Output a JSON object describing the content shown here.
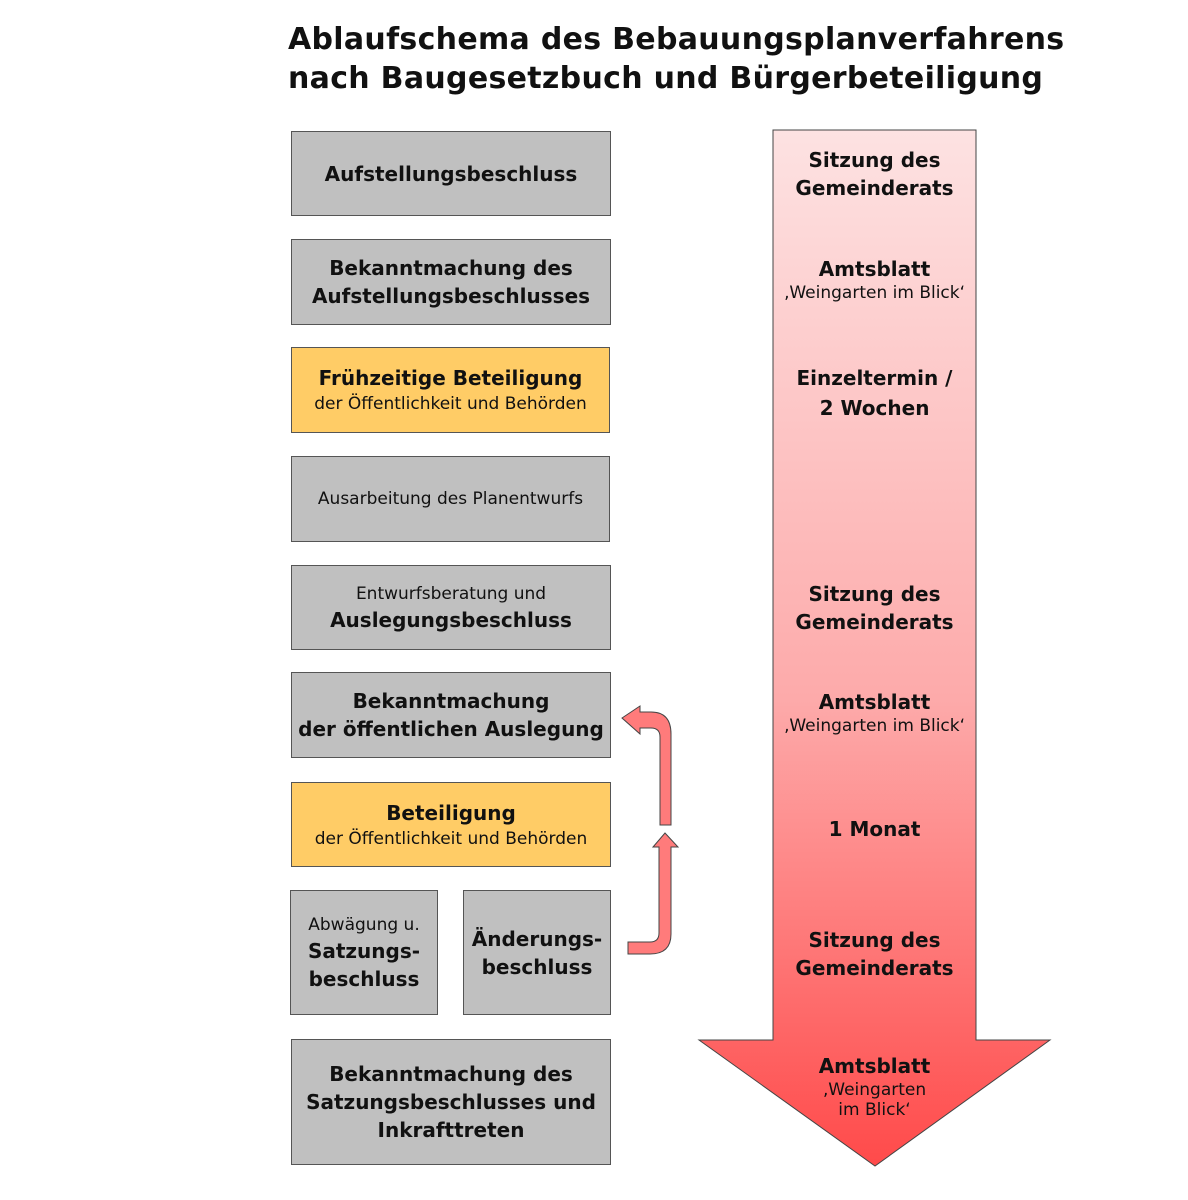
{
  "title": [
    "Ablaufschema des Bebauungsplanverfahrens",
    "nach Baugesetzbuch und Bürgerbeteiligung"
  ],
  "steps": [
    {
      "lines": [
        {
          "t": "Aufstellungsbeschluss",
          "bold": true
        }
      ]
    },
    {
      "lines": [
        {
          "t": "Bekanntmachung des",
          "bold": true
        },
        {
          "t": "Aufstellungsbeschlusses",
          "bold": true
        }
      ]
    },
    {
      "lines": [
        {
          "t": "Frühzeitige Beteiligung",
          "bold": true
        },
        {
          "t": "der Öffentlichkeit und Behörden",
          "bold": false
        }
      ]
    },
    {
      "lines": [
        {
          "t": "Ausarbeitung des Planentwurfs",
          "bold": false
        }
      ]
    },
    {
      "lines": [
        {
          "t": "Entwurfsberatung und",
          "bold": false
        },
        {
          "t": "Auslegungsbeschluss",
          "bold": true
        }
      ]
    },
    {
      "lines": [
        {
          "t": "Bekanntmachung",
          "bold": true
        },
        {
          "t": "der öffentlichen Auslegung",
          "bold": true
        }
      ]
    },
    {
      "lines": [
        {
          "t": "Beteiligung",
          "bold": true
        },
        {
          "t": "der Öffentlichkeit und Behörden",
          "bold": false
        }
      ]
    },
    {
      "lines": [
        {
          "t": "Abwägung u.",
          "bold": false
        },
        {
          "t": "Satzungs-",
          "bold": true
        },
        {
          "t": "beschluss",
          "bold": true
        }
      ]
    },
    {
      "lines": [
        {
          "t": "Änderungs-",
          "bold": true
        },
        {
          "t": "beschluss",
          "bold": true
        }
      ]
    },
    {
      "lines": [
        {
          "t": "Bekanntmachung des",
          "bold": true
        },
        {
          "t": "Satzungsbeschlusses und",
          "bold": true
        },
        {
          "t": "Inkrafttreten",
          "bold": true
        }
      ]
    }
  ],
  "timeline": [
    {
      "lines": [
        {
          "t": "Sitzung des",
          "bold": true
        },
        {
          "t": "Gemeinderats",
          "bold": true
        }
      ]
    },
    {
      "lines": [
        {
          "t": "Amtsblatt",
          "bold": true
        },
        {
          "t": "‚Weingarten im Blick‘",
          "bold": false
        }
      ]
    },
    {
      "lines": [
        {
          "t": "Einzeltermin /",
          "bold": true
        },
        {
          "t": "2 Wochen",
          "bold": true
        }
      ]
    },
    {
      "lines": [
        {
          "t": "Sitzung des",
          "bold": true
        },
        {
          "t": "Gemeinderats",
          "bold": true
        }
      ]
    },
    {
      "lines": [
        {
          "t": "Amtsblatt",
          "bold": true
        },
        {
          "t": "‚Weingarten im Blick‘",
          "bold": false
        }
      ]
    },
    {
      "lines": [
        {
          "t": "1 Monat",
          "bold": true
        }
      ]
    },
    {
      "lines": [
        {
          "t": "Sitzung des",
          "bold": true
        },
        {
          "t": "Gemeinderats",
          "bold": true
        }
      ]
    },
    {
      "lines": [
        {
          "t": "Amtsblatt",
          "bold": true
        },
        {
          "t": "‚Weingarten",
          "bold": false
        },
        {
          "t": "im Blick‘",
          "bold": false
        }
      ]
    }
  ],
  "colors": {
    "gray": "#c0c0c0",
    "orange": "#ffcc66",
    "arrow_top": "#fde2e2",
    "arrow_bottom": "#ff4a4a",
    "loop_arrow": "#ff7b7b"
  }
}
